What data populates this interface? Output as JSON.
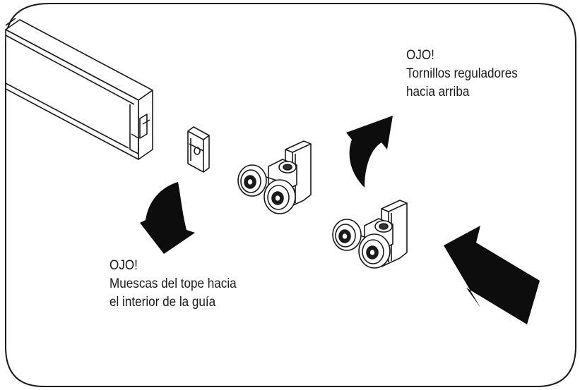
{
  "notes": {
    "top": {
      "line1": "OJO!",
      "line2": "Tornillos reguladores",
      "line3": "hacia arriba"
    },
    "bottom": {
      "line1": "OJO!",
      "line2": "Muescas del tope hacia",
      "line3": "el interior de la guía"
    }
  },
  "colors": {
    "line": "#1a1a1a",
    "arrow_fill": "#0d0d0d",
    "background": "#ffffff"
  },
  "icons": {
    "guide_rail": "aluminium-guide-rail",
    "stopper": "stopper-clip",
    "rollers": "double-roller-carriage",
    "curved_arrow_down": "curved-arrow-down-icon",
    "curved_arrow_up": "curved-arrow-up-icon",
    "straight_arrow": "insertion-arrow-icon"
  }
}
